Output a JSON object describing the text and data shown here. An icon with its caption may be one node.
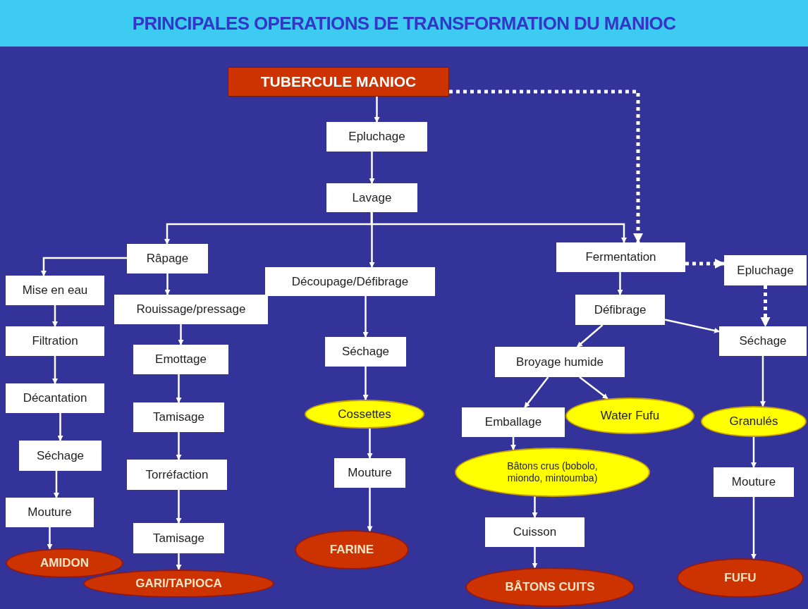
{
  "diagram": {
    "title": "PRINCIPALES OPERATIONS DE TRANSFORMATION DU MANIOC",
    "nodes": [
      {
        "text": [
          "TUBERCULE  MANIOC"
        ]
      },
      {
        "text": [
          "Epluchage"
        ]
      },
      {
        "text": [
          "Lavage"
        ]
      },
      {
        "text": [
          "Râpage"
        ]
      },
      {
        "text": [
          "Découpage/Défibrage"
        ]
      },
      {
        "text": [
          "Fermentation"
        ]
      },
      {
        "text": [
          "Epluchage"
        ]
      },
      {
        "text": [
          "Mise en eau"
        ]
      },
      {
        "text": [
          "Rouissage/pressage"
        ]
      },
      {
        "text": [
          "Défibrage"
        ]
      },
      {
        "text": [
          "Filtration"
        ]
      },
      {
        "text": [
          "Emottage"
        ]
      },
      {
        "text": [
          "Séchage"
        ]
      },
      {
        "text": [
          "Séchage"
        ]
      },
      {
        "text": [
          "Broyage humide"
        ]
      },
      {
        "text": [
          "Décantation"
        ]
      },
      {
        "text": [
          "Tamisage"
        ]
      },
      {
        "text": [
          "Cossettes"
        ]
      },
      {
        "text": [
          "Emballage"
        ]
      },
      {
        "text": [
          "Water Fufu"
        ]
      },
      {
        "text": [
          "Granulés"
        ]
      },
      {
        "text": [
          "Séchage"
        ]
      },
      {
        "text": [
          "Torréfaction"
        ]
      },
      {
        "text": [
          "Mouture"
        ]
      },
      {
        "text": [
          "Bâtons crus (bobolo, miondo, mintoumba)"
        ]
      },
      {
        "text": [
          "Mouture"
        ]
      },
      {
        "text": [
          "Mouture"
        ]
      },
      {
        "text": [
          "Tamisage"
        ]
      },
      {
        "text": [
          "Cuisson"
        ]
      },
      {
        "text": [
          "AMIDON"
        ]
      },
      {
        "text": [
          "FARINE"
        ]
      },
      {
        "text": [
          "GARI/TAPIOCA"
        ]
      },
      {
        "text": [
          "BÂTONS CUITS"
        ]
      },
      {
        "text": [
          "FUFU"
        ]
      }
    ],
    "edges": [
      {
        "from": 0,
        "to": 1,
        "arrow": "to"
      },
      {
        "from": 1,
        "to": 2,
        "arrow": "to"
      },
      {
        "from": 2,
        "to": 3,
        "arrow": "to"
      },
      {
        "from": 2,
        "to": 4,
        "arrow": "to"
      },
      {
        "from": 2,
        "to": 5,
        "arrow": "to"
      },
      {
        "from": 0,
        "to": 5,
        "arrow": "to",
        "style": "dashed"
      },
      {
        "from": 3,
        "to": 7,
        "arrow": "to"
      },
      {
        "from": 3,
        "to": 8,
        "arrow": "to"
      },
      {
        "from": 5,
        "to": 6,
        "arrow": "to",
        "style": "dashed"
      },
      {
        "from": 5,
        "to": 9,
        "arrow": "to"
      },
      {
        "from": 6,
        "to": 13,
        "arrow": "to",
        "style": "dashed"
      },
      {
        "from": 9,
        "to": 14,
        "arrow": "to"
      },
      {
        "from": 9,
        "to": 13,
        "arrow": "to"
      },
      {
        "from": 4,
        "to": 12,
        "arrow": "to"
      },
      {
        "from": 7,
        "to": 10,
        "arrow": "to"
      },
      {
        "from": 10,
        "to": 15,
        "arrow": "to"
      },
      {
        "from": 15,
        "to": 21,
        "arrow": "to"
      },
      {
        "from": 21,
        "to": 26,
        "arrow": "to"
      },
      {
        "from": 26,
        "to": 29,
        "arrow": "to"
      },
      {
        "from": 8,
        "to": 11,
        "arrow": "to"
      },
      {
        "from": 11,
        "to": 16,
        "arrow": "to"
      },
      {
        "from": 16,
        "to": 22,
        "arrow": "to"
      },
      {
        "from": 22,
        "to": 27,
        "arrow": "to"
      },
      {
        "from": 27,
        "to": 31,
        "arrow": "to"
      },
      {
        "from": 12,
        "to": 17,
        "arrow": "to"
      },
      {
        "from": 17,
        "to": 23,
        "arrow": "to"
      },
      {
        "from": 23,
        "to": 30,
        "arrow": "to"
      },
      {
        "from": 14,
        "to": 18,
        "arrow": "to"
      },
      {
        "from": 14,
        "to": 19,
        "arrow": "to"
      },
      {
        "from": 18,
        "to": 24,
        "arrow": "to"
      },
      {
        "from": 24,
        "to": 28,
        "arrow": "to"
      },
      {
        "from": 28,
        "to": 32,
        "arrow": "to"
      },
      {
        "from": 13,
        "to": 20,
        "arrow": "to"
      },
      {
        "from": 20,
        "to": 25,
        "arrow": "to"
      },
      {
        "from": 25,
        "to": 33,
        "arrow": "to"
      }
    ]
  }
}
